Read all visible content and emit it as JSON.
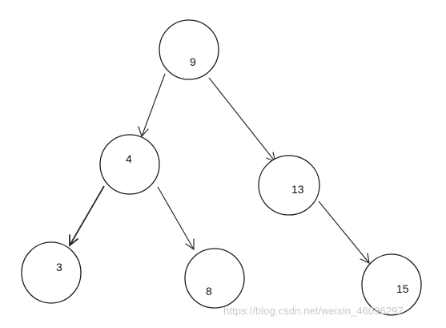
{
  "tree": {
    "nodes": [
      {
        "id": "n9",
        "label": "9"
      },
      {
        "id": "n4",
        "label": "4"
      },
      {
        "id": "n13",
        "label": "13"
      },
      {
        "id": "n3",
        "label": "3"
      },
      {
        "id": "n8",
        "label": "8"
      },
      {
        "id": "n15",
        "label": "15"
      }
    ],
    "edges": [
      {
        "from": "9",
        "to": "4"
      },
      {
        "from": "9",
        "to": "13"
      },
      {
        "from": "4",
        "to": "3"
      },
      {
        "from": "4",
        "to": "8"
      },
      {
        "from": "13",
        "to": "15"
      }
    ]
  },
  "watermark": "https://blog.csdn.net/weixin_46096297",
  "colors": {
    "background": "#ffffff",
    "stroke": "#1a1a1a",
    "watermark": "#c9c9c9"
  }
}
